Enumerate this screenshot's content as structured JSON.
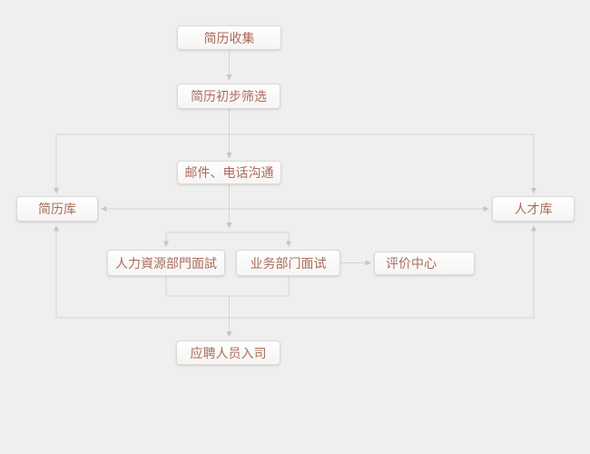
{
  "diagram": {
    "nodes": [
      {
        "id": "resume-collection",
        "label": "简历收集"
      },
      {
        "id": "resume-screening",
        "label": "简历初步筛选"
      },
      {
        "id": "email-phone-communication",
        "label": "邮件、电话沟通"
      },
      {
        "id": "resume-library",
        "label": "简历库"
      },
      {
        "id": "talent-pool",
        "label": "人才库"
      },
      {
        "id": "hr-interview",
        "label": "人力資源部門面試"
      },
      {
        "id": "business-interview",
        "label": "业务部门面试"
      },
      {
        "id": "evaluation-center",
        "label": "评价中心"
      },
      {
        "id": "onboarding",
        "label": "应聘人员入司"
      }
    ],
    "colors": {
      "background": "#efefef",
      "node_text": "#ab6c5c",
      "node_border": "#dcdad7",
      "connector": "#d6d4d1",
      "arrowhead": "#c8c5c2"
    }
  }
}
